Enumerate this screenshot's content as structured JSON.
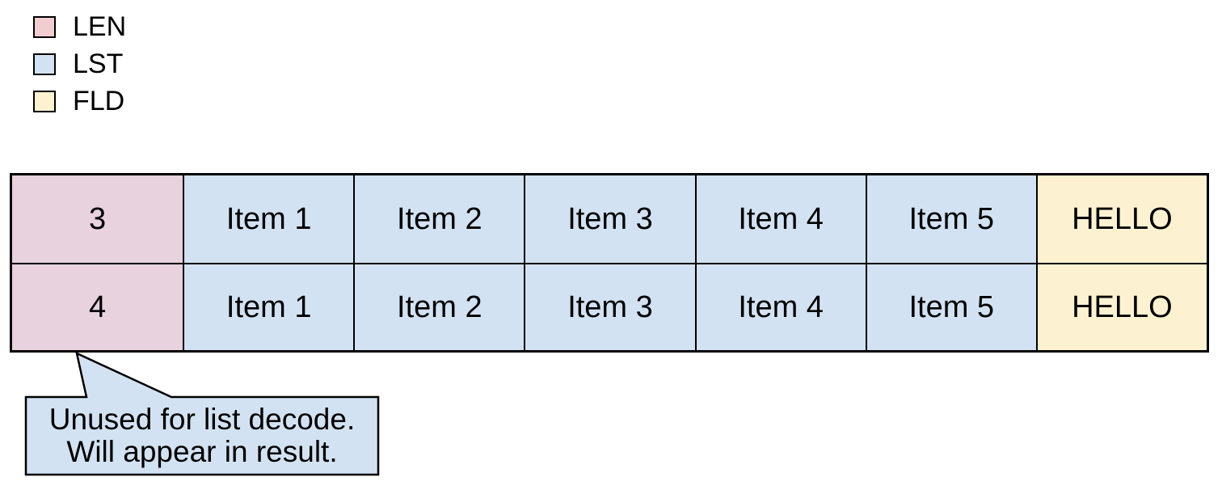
{
  "colors": {
    "line": "#000000",
    "legend_len": "#f0cdd0",
    "legend_lst": "#d3e2f2",
    "legend_fld": "#fcf2d1",
    "cell_len": "#e7d2de",
    "cell_lst": "#d3e2f2",
    "cell_fld": "#fcf2d1",
    "callout_fill": "#d3e2f2"
  },
  "legend": {
    "items": [
      {
        "label": "LEN"
      },
      {
        "label": "LST"
      },
      {
        "label": "FLD"
      }
    ]
  },
  "table": {
    "rows": [
      {
        "len": "3",
        "items": [
          "Item 1",
          "Item 2",
          "Item 3",
          "Item 4",
          "Item 5"
        ],
        "field": "HELLO"
      },
      {
        "len": "4",
        "items": [
          "Item 1",
          "Item 2",
          "Item 3",
          "Item 4",
          "Item 5"
        ],
        "field": "HELLO"
      }
    ]
  },
  "callout": {
    "line1": "Unused for list decode.",
    "line2": "Will appear in result."
  }
}
